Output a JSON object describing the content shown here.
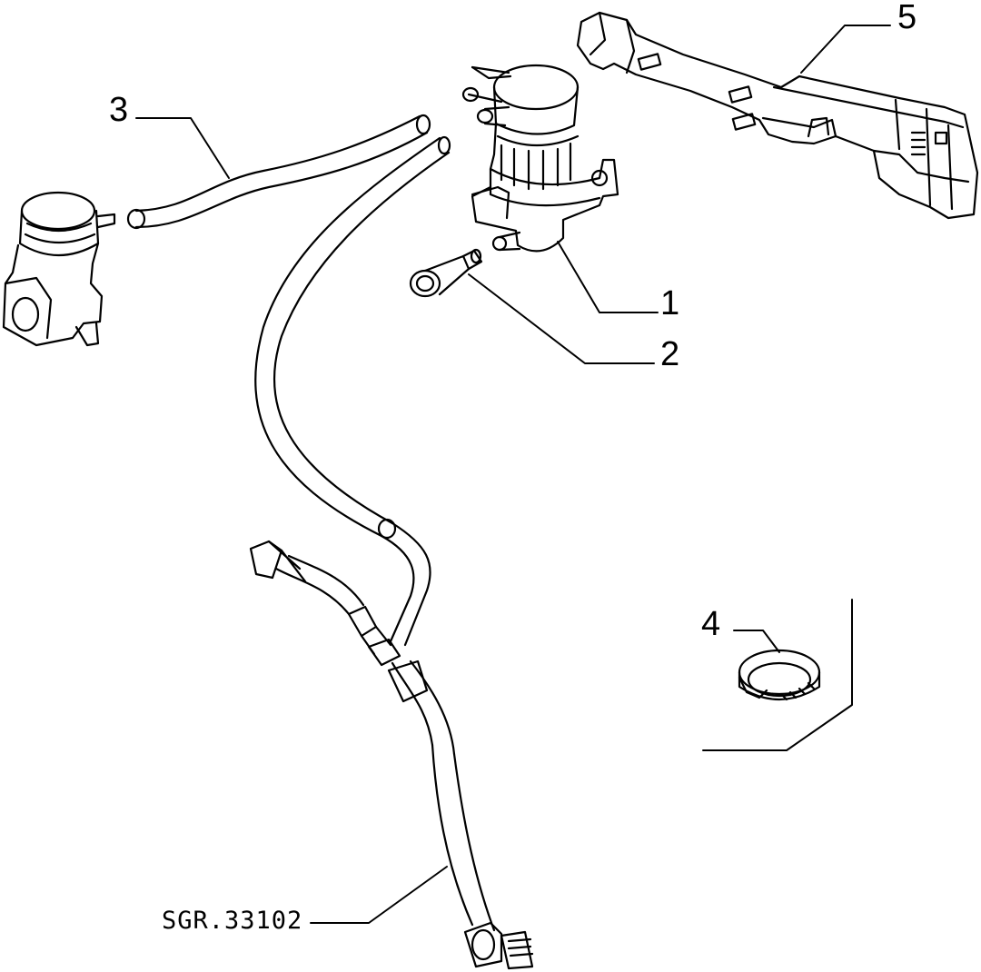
{
  "callouts": {
    "c1": "1",
    "c2": "2",
    "c3": "3",
    "c4": "4",
    "c5": "5"
  },
  "reference_code": "SGR.33102",
  "colors": {
    "ink": "#000000",
    "paper": "#ffffff"
  }
}
